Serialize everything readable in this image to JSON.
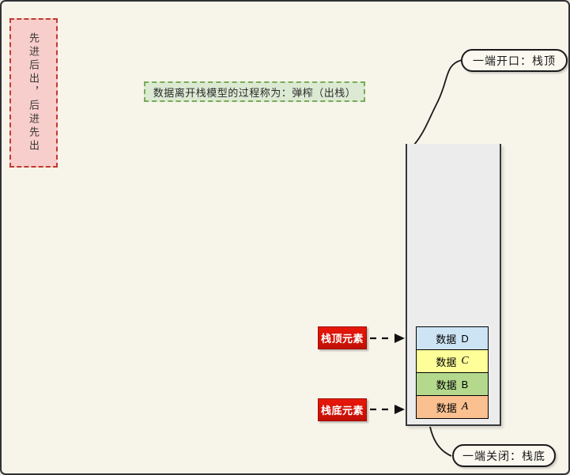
{
  "diagram": {
    "background_color": "#f7f4ea",
    "frame_border_color": "#2f3234",
    "filo_note": {
      "text": "先进后出，后进先出",
      "fill": "#f8cecc",
      "stroke": "#c03b2e"
    },
    "pop_note": {
      "text": "数据离开栈模型的过程称为：弹榨（出栈）",
      "fill": "#dcead4",
      "stroke": "#78ab55"
    },
    "top_callout": {
      "text": "一端开口：栈顶"
    },
    "bottom_callout": {
      "text": "一端关闭：栈底"
    },
    "stack": {
      "container_fill": "#ececec",
      "items": [
        {
          "prefix": "数据",
          "letter": "D",
          "fill": "#cde4f5"
        },
        {
          "prefix": "数据",
          "letter": "C",
          "fill": "#ffff99"
        },
        {
          "prefix": "数据",
          "letter": "B",
          "fill": "#b4d98d"
        },
        {
          "prefix": "数据",
          "letter": "A",
          "fill": "#fac090"
        }
      ]
    },
    "pointers": {
      "top_label": "栈顶元素",
      "bottom_label": "栈底元素",
      "label_fill": "#e01400",
      "label_text_color": "#ffffff"
    }
  }
}
